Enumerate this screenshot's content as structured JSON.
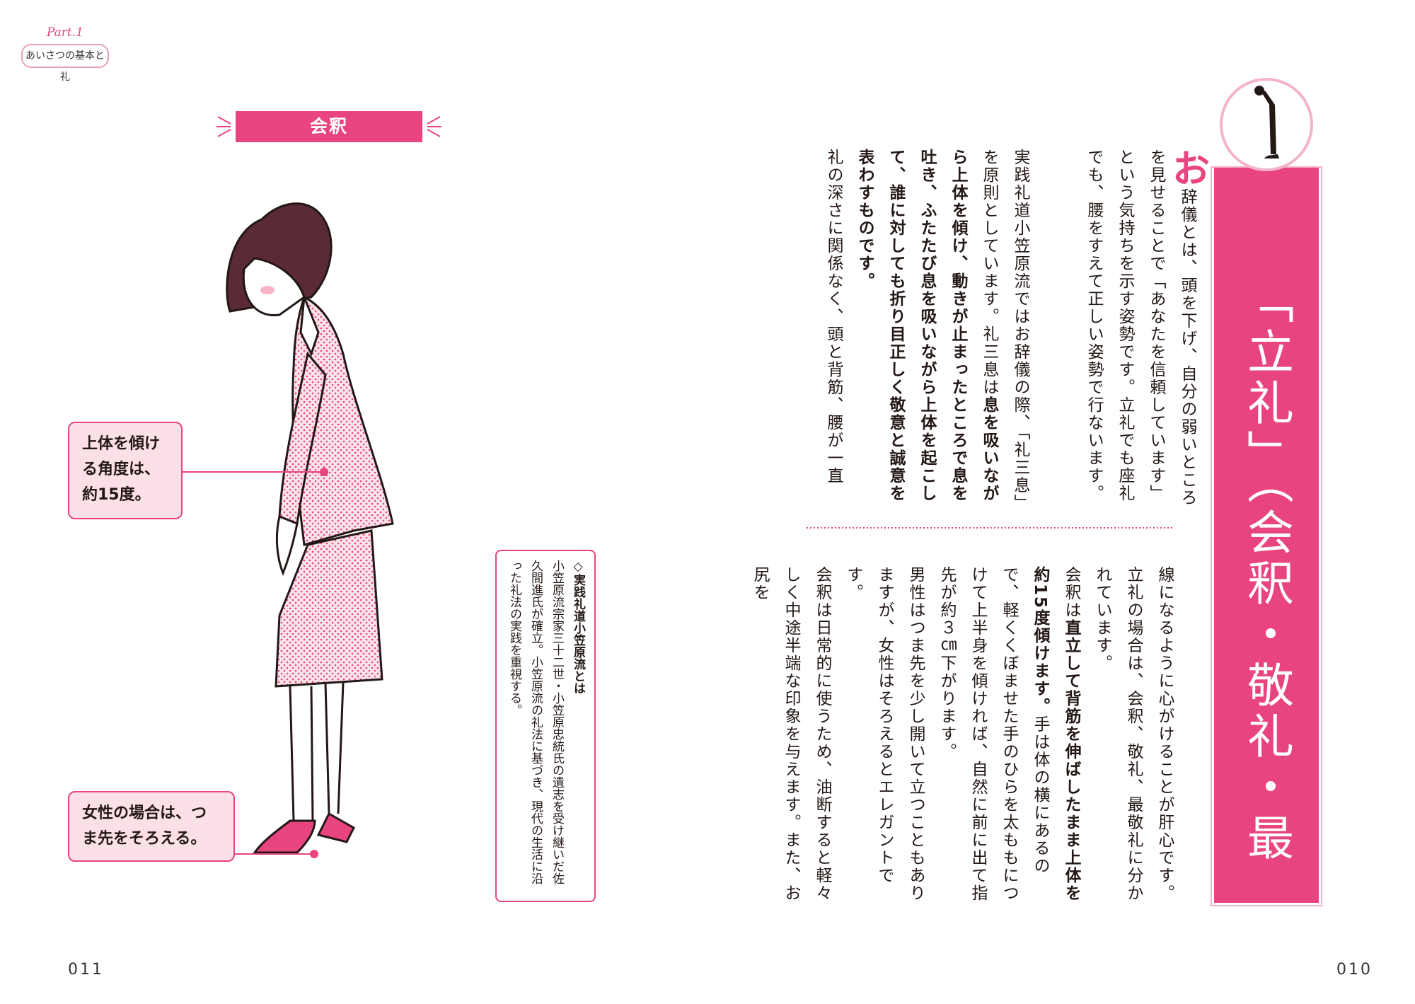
{
  "part_tag": {
    "part": "Part.1",
    "chapter": "あいさつの基本と礼"
  },
  "section_label": "会釈",
  "callouts": {
    "upper": "上体を傾ける角度は、約15度。",
    "lower": "女性の場合は、つま先をそろえる。"
  },
  "bio": {
    "title": "◇実践礼道小笠原流とは",
    "body": "小笠原流宗家三十二世・小笠原忠統氏の遺志を受け継いだ佐久間進氏が確立。小笠原流の礼法に基づき、現代の生活に沿った礼法の実践を重視する。"
  },
  "banner_title": "「立礼」（会釈・敬礼・最敬礼）",
  "dropcap": "お",
  "upper_text": {
    "p1": "辞儀とは、頭を下げ、自分の弱いところを見せることで「あなたを信頼しています」という気持ちを示す姿勢です。立礼でも座礼でも、腰をすえて正しい姿勢で行ないます。",
    "p2_a": "実践礼道小笠原流ではお辞儀の際、「礼三息」を原則としています。礼三息は",
    "p2_b": "息を吸いながら上体を傾け、動きが止まったところで息を吐き、ふたたび息を吸いながら上体を起こして、誰に対しても折り目正しく敬意と誠意を表わすものです。",
    "p3": "礼の深さに関係なく、頭と背筋、腰が一直"
  },
  "lower_text": {
    "p1": "線になるように心がけることが肝心です。",
    "p2": "立礼の場合は、会釈、敬礼、最敬礼に分かれています。",
    "p3_a": "会釈は",
    "p3_b": "直立して背筋を伸ばしたまま上体を約15度傾けます。",
    "p3_c": "手は体の横にあるので、軽くくぼませた手のひらを太ももにつけて上半身を傾ければ、自然に前に出て指先が約３㎝下がります。",
    "p4": "男性はつま先を少し開いて立つこともありますが、女性はそろえるとエレガントです。",
    "p5": "会釈は日常的に使うため、油断すると軽々しく中途半端な印象を与えます。また、お尻を"
  },
  "page_numbers": {
    "left": "011",
    "right": "010"
  },
  "colors": {
    "accent": "#e8447f",
    "accent_light": "#fce0e8",
    "text": "#231815"
  }
}
